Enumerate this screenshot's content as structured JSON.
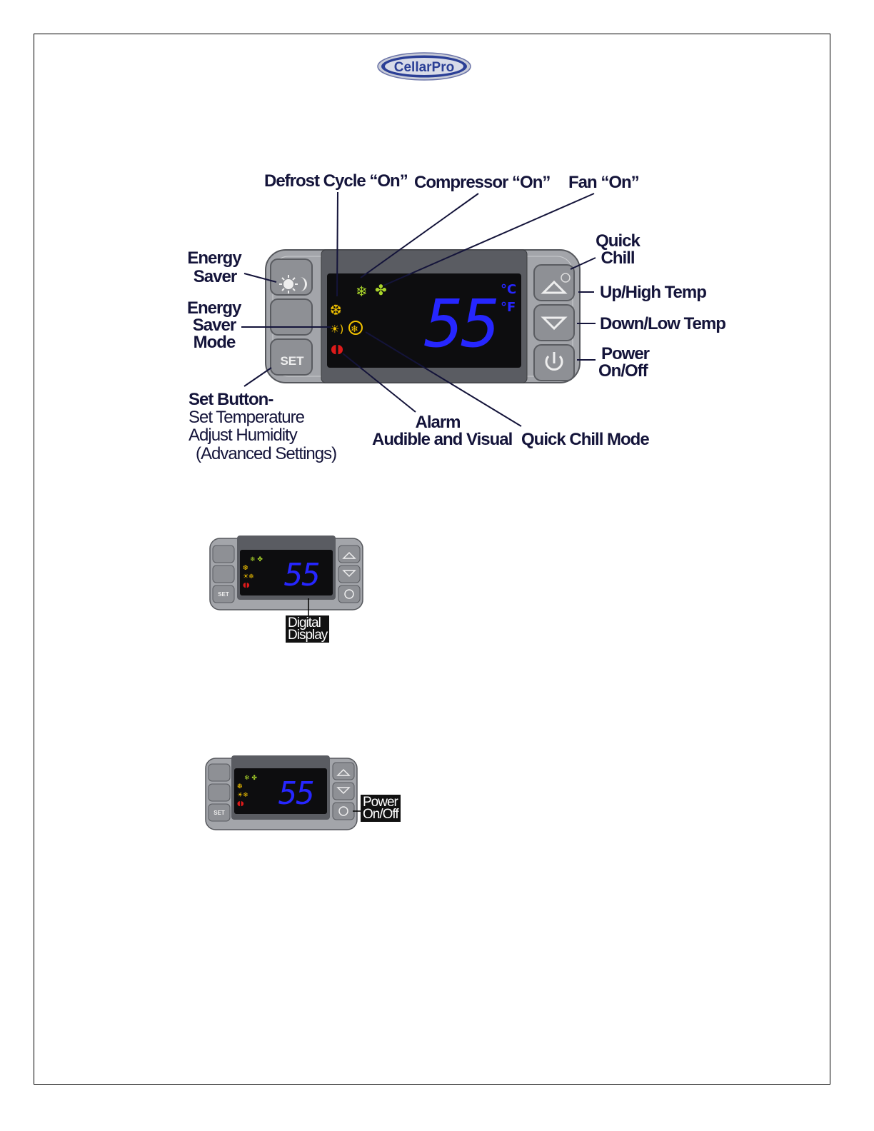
{
  "logo": {
    "text": "CellarPro"
  },
  "display": {
    "temperature": "55",
    "unit_c": "°C",
    "unit_f": "°F",
    "set_label": "SET"
  },
  "main_diagram": {
    "labels": {
      "defrost": "Defrost Cycle “On”",
      "compressor": "Compressor “On”",
      "fan": "Fan “On”",
      "quick_chill_1": "Quick",
      "quick_chill_2": "Chill",
      "energy_saver_1": "Energy",
      "energy_saver_2": "Saver",
      "es_mode_1": "Energy",
      "es_mode_2": "Saver",
      "es_mode_3": "Mode",
      "up": "Up/High Temp",
      "down": "Down/Low Temp",
      "power_1": "Power",
      "power_2": "On/Off",
      "set_1": "Set Button-",
      "set_2": "Set Temperature",
      "set_3": "Adjust Humidity",
      "set_4": "(Advanced Settings)",
      "alarm_1": "Alarm",
      "alarm_2": "Audible and Visual",
      "quick_chill_mode": "Quick Chill Mode"
    }
  },
  "small_diagram_1": {
    "tag_1": "Digital",
    "tag_2": "Display"
  },
  "small_diagram_2": {
    "tag_1": "Power",
    "tag_2": "On/Off"
  },
  "colors": {
    "panel": "#9fa1a6",
    "screen": "#0d0d0f",
    "digits": "#2626ff",
    "label": "#14143a",
    "amber": "#f2c200",
    "green": "#a9d42a",
    "red": "#dd1a1a",
    "logo_blue": "#2b3f96"
  }
}
